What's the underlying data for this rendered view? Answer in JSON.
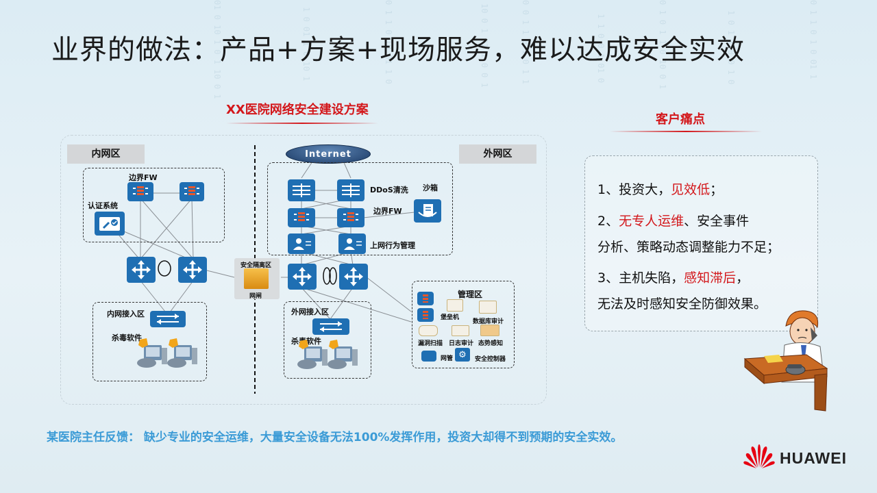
{
  "title": "业界的做法：产品+方案+现场服务，难以达成安全实效",
  "plan_title": "XX医院网络安全建设方案",
  "pain_title": "客户痛点",
  "zones": {
    "inner": "内网区",
    "outer": "外网区",
    "isolation": "安全隔离区",
    "gatekeeper": "网闸",
    "internet": "Internet"
  },
  "labels": {
    "border_fw_inner": "边界FW",
    "auth": "认证系统",
    "inner_access": "内网接入区",
    "antivirus_inner": "杀毒软件",
    "ddos": "DDoS清洗",
    "sandbox": "沙箱",
    "border_fw_outer": "边界FW",
    "behavior": "上网行为管理",
    "outer_access": "外网接入区",
    "antivirus_outer": "杀毒软件",
    "mgmt": "管理区",
    "bastion": "堡垒机",
    "db_audit": "数据库审计",
    "vuln_scan": "漏洞扫描",
    "log_audit": "日志审计",
    "situation": "态势感知",
    "nms": "网管",
    "sec_ctrl": "安全控制器"
  },
  "pain": {
    "p1a": "1、投资大，",
    "p1b": "见效低",
    "p1c": "；",
    "p2a": "2、",
    "p2b": "无专人运维",
    "p2c": "、安全事件",
    "p2d": "分析、策略动态调整能力不足；",
    "p3a": "3、主机失陷，",
    "p3b": "感知滞后",
    "p3c": "，",
    "p3d": "无法及时感知安全防御效果。"
  },
  "footer": "某医院主任反馈： 缺少专业的安全运维，大量安全设备无法100%发挥作用，投资大却得不到预期的安全实效。",
  "brand": "HUAWEI",
  "colors": {
    "accent_red": "#d3171b",
    "device_blue": "#1f6fb3",
    "footer_blue": "#3b9bd6"
  },
  "icons": [
    "router-icon",
    "firewall-icon",
    "switch-icon",
    "pc-icon",
    "shield-icon",
    "sandbox-icon",
    "server-icon",
    "gatekeeper-icon",
    "huawei-logo-icon",
    "person-phone-illustration"
  ]
}
